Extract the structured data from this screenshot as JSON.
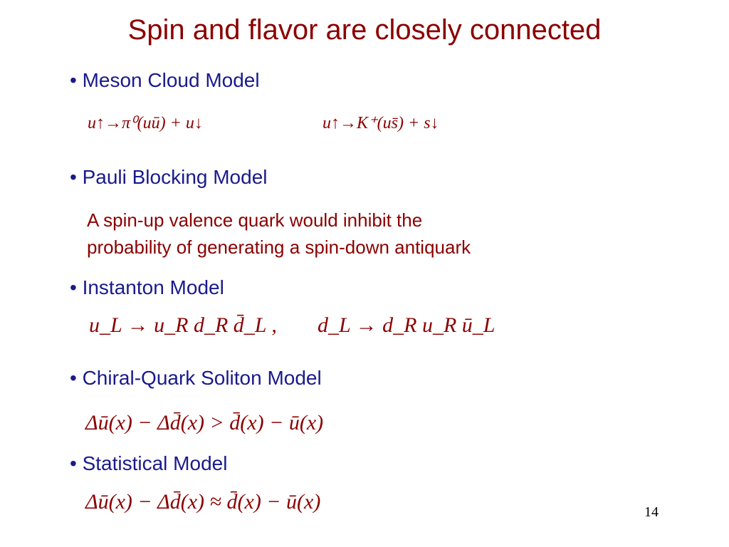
{
  "slide": {
    "title": "Spin and flavor are closely connected",
    "page_number": "14"
  },
  "sections": {
    "meson_cloud": {
      "bullet": "• Meson Cloud Model",
      "eq_left": "u↑→π⁰(uū) + u↓",
      "eq_right": "u↑→K⁺(us̄) + s↓"
    },
    "pauli_blocking": {
      "bullet": "• Pauli Blocking Model",
      "line1": "A spin-up valence quark would inhibit the",
      "line2": "probability of generating a spin-down antiquark"
    },
    "instanton": {
      "bullet": "• Instanton Model",
      "eq_left": "u_L → u_R d_R d̄_L ,",
      "eq_right": "d_L → d_R u_R ū_L"
    },
    "chiral_quark_soliton": {
      "bullet": "• Chiral-Quark Soliton Model",
      "eq": "Δū(x) − Δd̄(x) > d̄(x) − ū(x)"
    },
    "statistical": {
      "bullet": "• Statistical Model",
      "eq": "Δū(x) − Δd̄(x) ≈ d̄(x) − ū(x)"
    }
  }
}
